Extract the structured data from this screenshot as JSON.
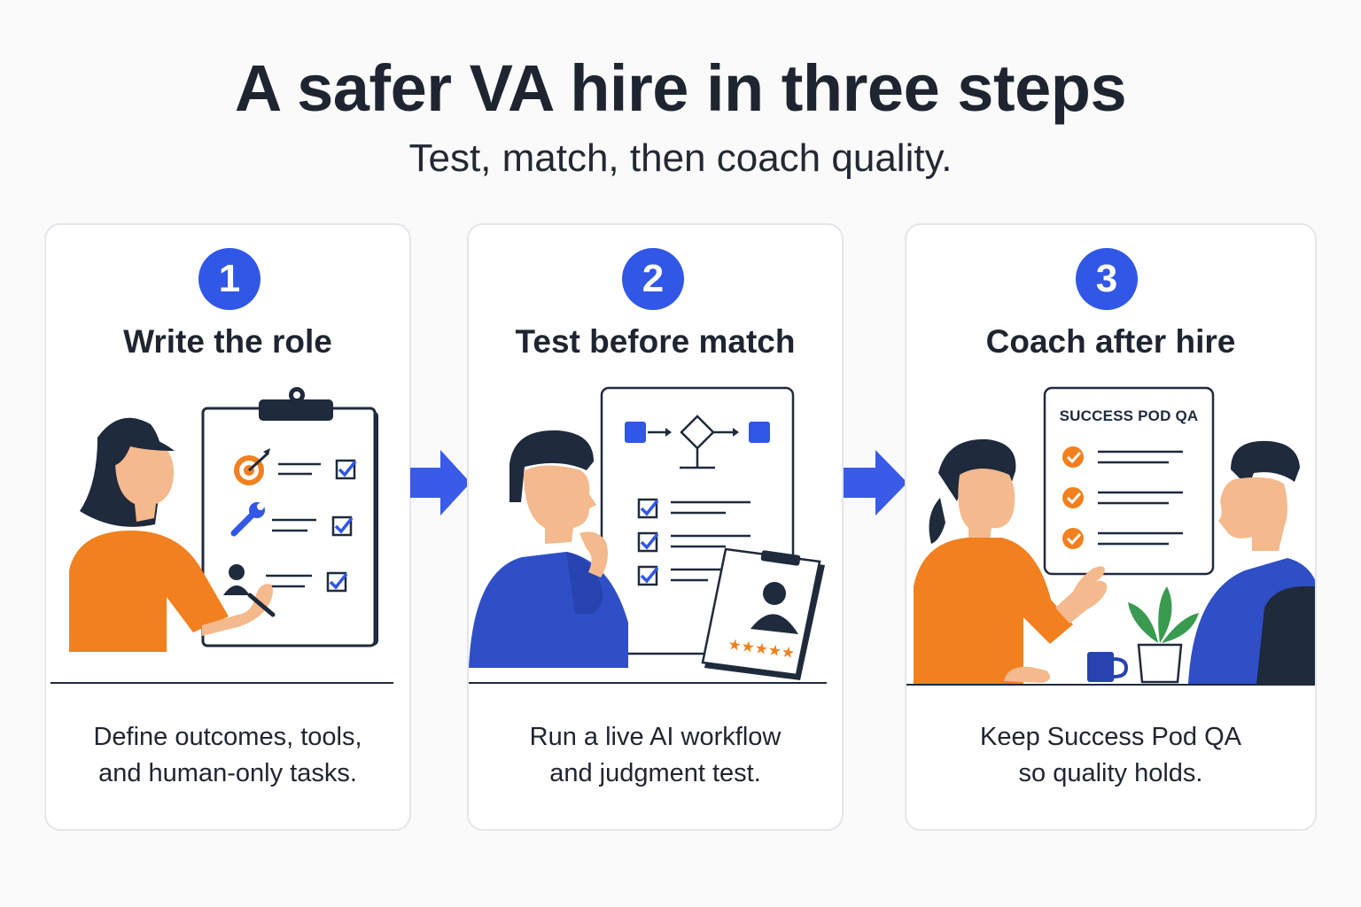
{
  "header": {
    "title": "A safer VA hire in three steps",
    "subtitle": "Test, match, then coach quality."
  },
  "steps": [
    {
      "number": "1",
      "title": "Write the role",
      "description_line1": "Define outcomes, tools,",
      "description_line2": "and human-only tasks."
    },
    {
      "number": "2",
      "title": "Test before match",
      "description_line1": "Run a live AI workflow",
      "description_line2": "and judgment test."
    },
    {
      "number": "3",
      "title": "Coach after hire",
      "description_line1": "Keep Success Pod QA",
      "description_line2": "so quality holds.",
      "sheet_title": "SUCCESS POD QA"
    }
  ],
  "colors": {
    "accent_blue": "#3157e6",
    "orange": "#f2801f",
    "navy": "#1f2a3c"
  },
  "icons": [
    "target-icon",
    "wrench-icon",
    "person-icon",
    "checkbox-icon",
    "flowchart-icon",
    "star-icon",
    "check-circle-icon",
    "plant-icon",
    "mug-icon",
    "right-arrow-icon"
  ]
}
